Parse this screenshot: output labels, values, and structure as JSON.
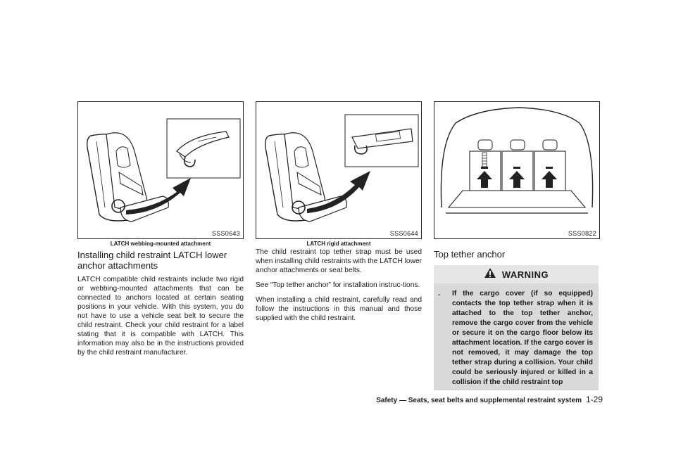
{
  "col1": {
    "figure_code": "SSS0643",
    "figure_caption": "LATCH webbing-mounted attachment",
    "heading": "Installing child restraint LATCH lower anchor attachments",
    "paragraph": "LATCH compatible child restraints include two rigid or webbing-mounted attachments that can be connected to anchors located at certain seating positions in your vehicle. With this system, you do not have to use a vehicle seat belt to secure the child restraint. Check your child restraint for a label stating that it is compatible with LATCH. This information may also be in the instructions provided by the child restraint manufacturer."
  },
  "col2": {
    "figure_code": "SSS0644",
    "figure_caption": "LATCH rigid attachment",
    "paragraphs": [
      "The child restraint top tether strap must be used when installing child restraints with the LATCH lower anchor attachments or seat belts.",
      "See “Top tether anchor” for installation instruc-tions.",
      "When installing a child restraint, carefully read and follow the instructions in this manual and those supplied with the child restraint."
    ]
  },
  "col3": {
    "figure_code": "SSS0822",
    "heading": "Top tether anchor",
    "warning_title": "WARNING",
    "warning_bullet": ".",
    "warning_text": "If the cargo cover (if so equipped) contacts the top tether strap when it is attached to the top tether anchor, remove the cargo cover from the vehicle or secure it on the cargo floor below its attachment location. If the cargo cover is not removed, it may damage the top tether strap during a collision. Your child could be seriously injured or killed in a collision if the child restraint top"
  },
  "footer": {
    "section": "Safety — Seats, seat belts and supplemental restraint system",
    "page": "1-29"
  },
  "icons": {
    "warning": "warning-triangle-icon"
  }
}
